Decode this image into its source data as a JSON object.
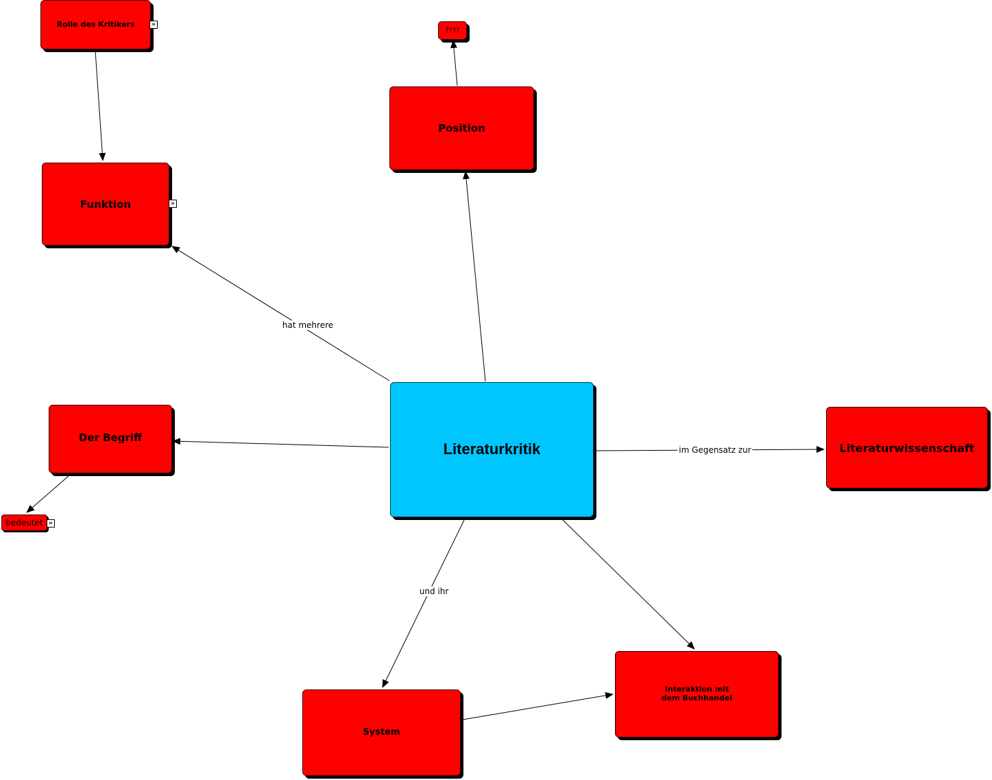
{
  "colors": {
    "node_default": "#ff0000",
    "node_central": "#00c6ff",
    "line": "#000000"
  },
  "nodes": {
    "literaturkritik": {
      "label": "Literaturkritik"
    },
    "rolle_des_kritikers": {
      "label": "Rolle des Kritikers"
    },
    "fragezeichen": {
      "label": "????"
    },
    "position": {
      "label": "Position"
    },
    "funktion": {
      "label": "Funktion"
    },
    "der_begriff": {
      "label": "Der Begriff"
    },
    "bedeutet": {
      "label": "bedeutet"
    },
    "literaturwissenschaft": {
      "label": "Literaturwissenschaft"
    },
    "system": {
      "label": "System"
    },
    "interaktion": {
      "label": "Interaktion mit\ndem Buchhandel"
    }
  },
  "edges": {
    "hat_mehrere": "hat mehrere",
    "im_gegensatz_zur": "im Gegensatz zur",
    "und_ihr": "und ihr"
  },
  "expand_icon": "»",
  "icons": [
    "expand-icon"
  ]
}
